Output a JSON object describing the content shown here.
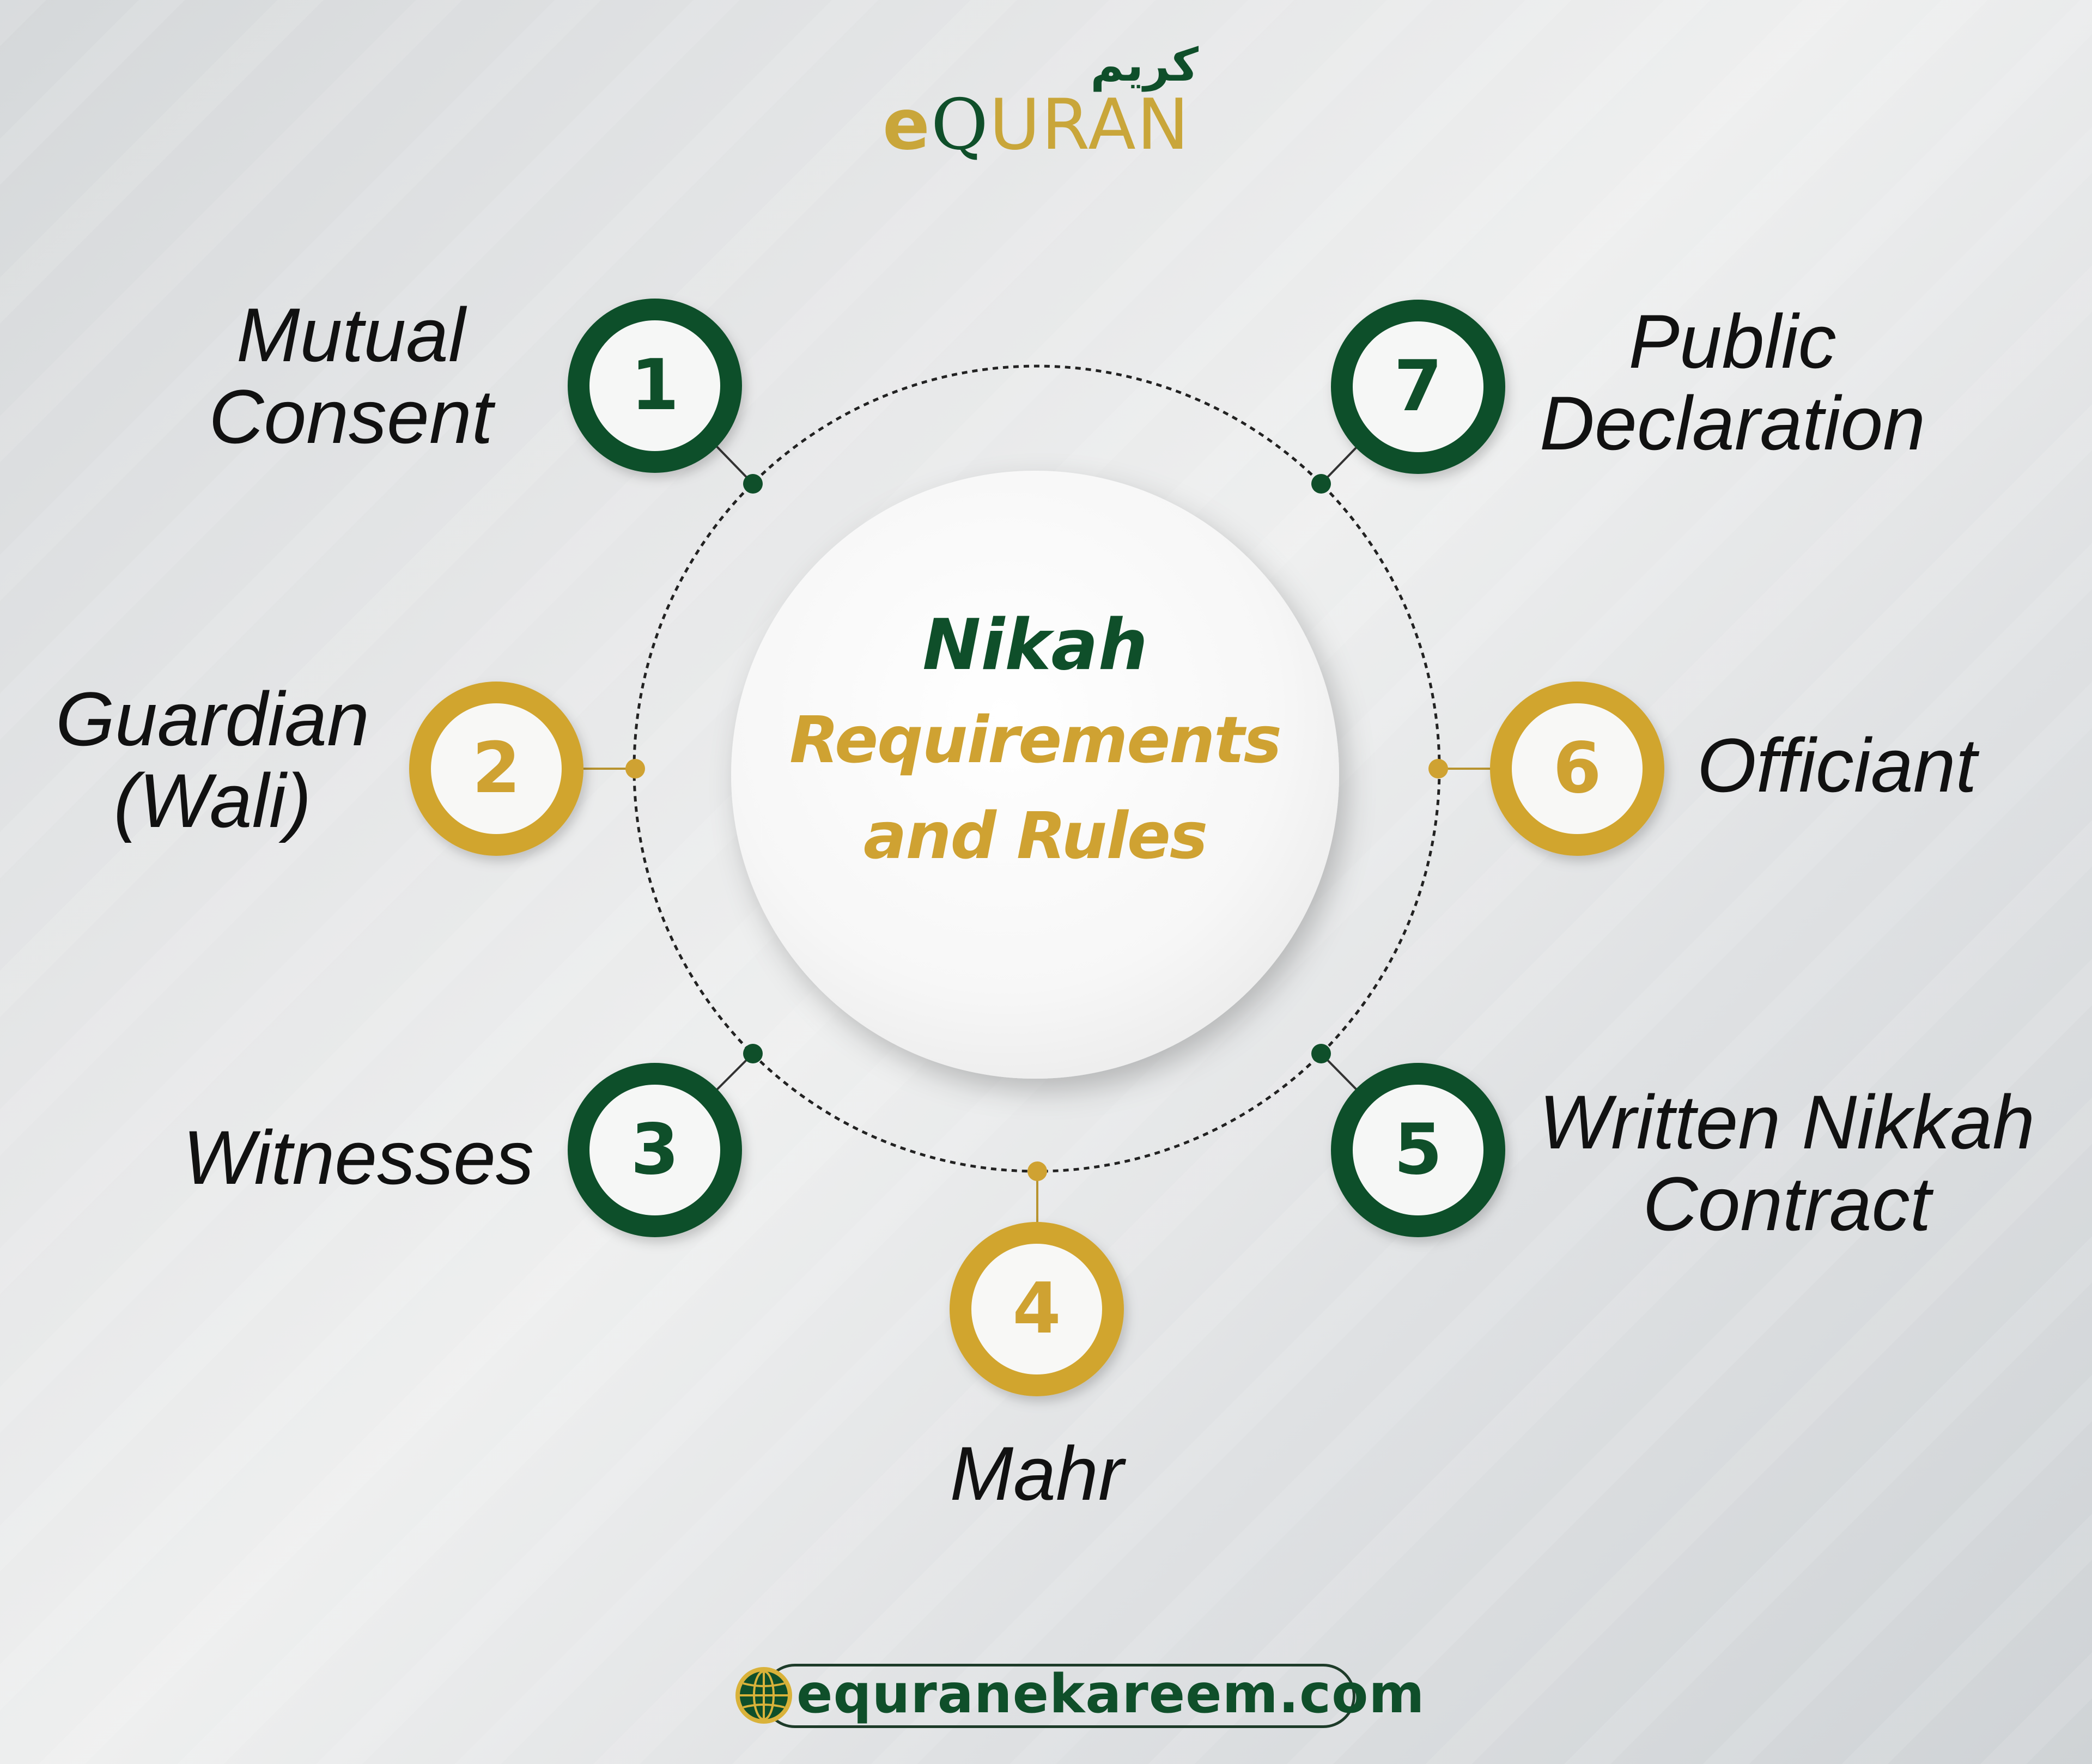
{
  "logo": {
    "arabic": "كريم",
    "e": "e",
    "q": "Q",
    "rest": "URAN"
  },
  "center": {
    "line1": "Nikah",
    "line2": "Requirements",
    "line3": "and Rules"
  },
  "items": [
    {
      "number": "1",
      "label_lines": [
        "Mutual",
        "Consent"
      ],
      "color": "green"
    },
    {
      "number": "2",
      "label_lines": [
        "Guardian",
        "(Wali)"
      ],
      "color": "gold"
    },
    {
      "number": "3",
      "label_lines": [
        "Witnesses"
      ],
      "color": "green"
    },
    {
      "number": "4",
      "label_lines": [
        "Mahr"
      ],
      "color": "gold"
    },
    {
      "number": "5",
      "label_lines": [
        "Written Nikkah",
        "Contract"
      ],
      "color": "green"
    },
    {
      "number": "6",
      "label_lines": [
        "Officiant"
      ],
      "color": "gold"
    },
    {
      "number": "7",
      "label_lines": [
        "Public",
        "Declaration"
      ],
      "color": "green"
    }
  ],
  "footer": {
    "url": "equranekareem.com",
    "icon": "globe-icon"
  },
  "colors": {
    "green": "#0f4f2a",
    "gold": "#cfa232",
    "label_text": "#111111"
  }
}
